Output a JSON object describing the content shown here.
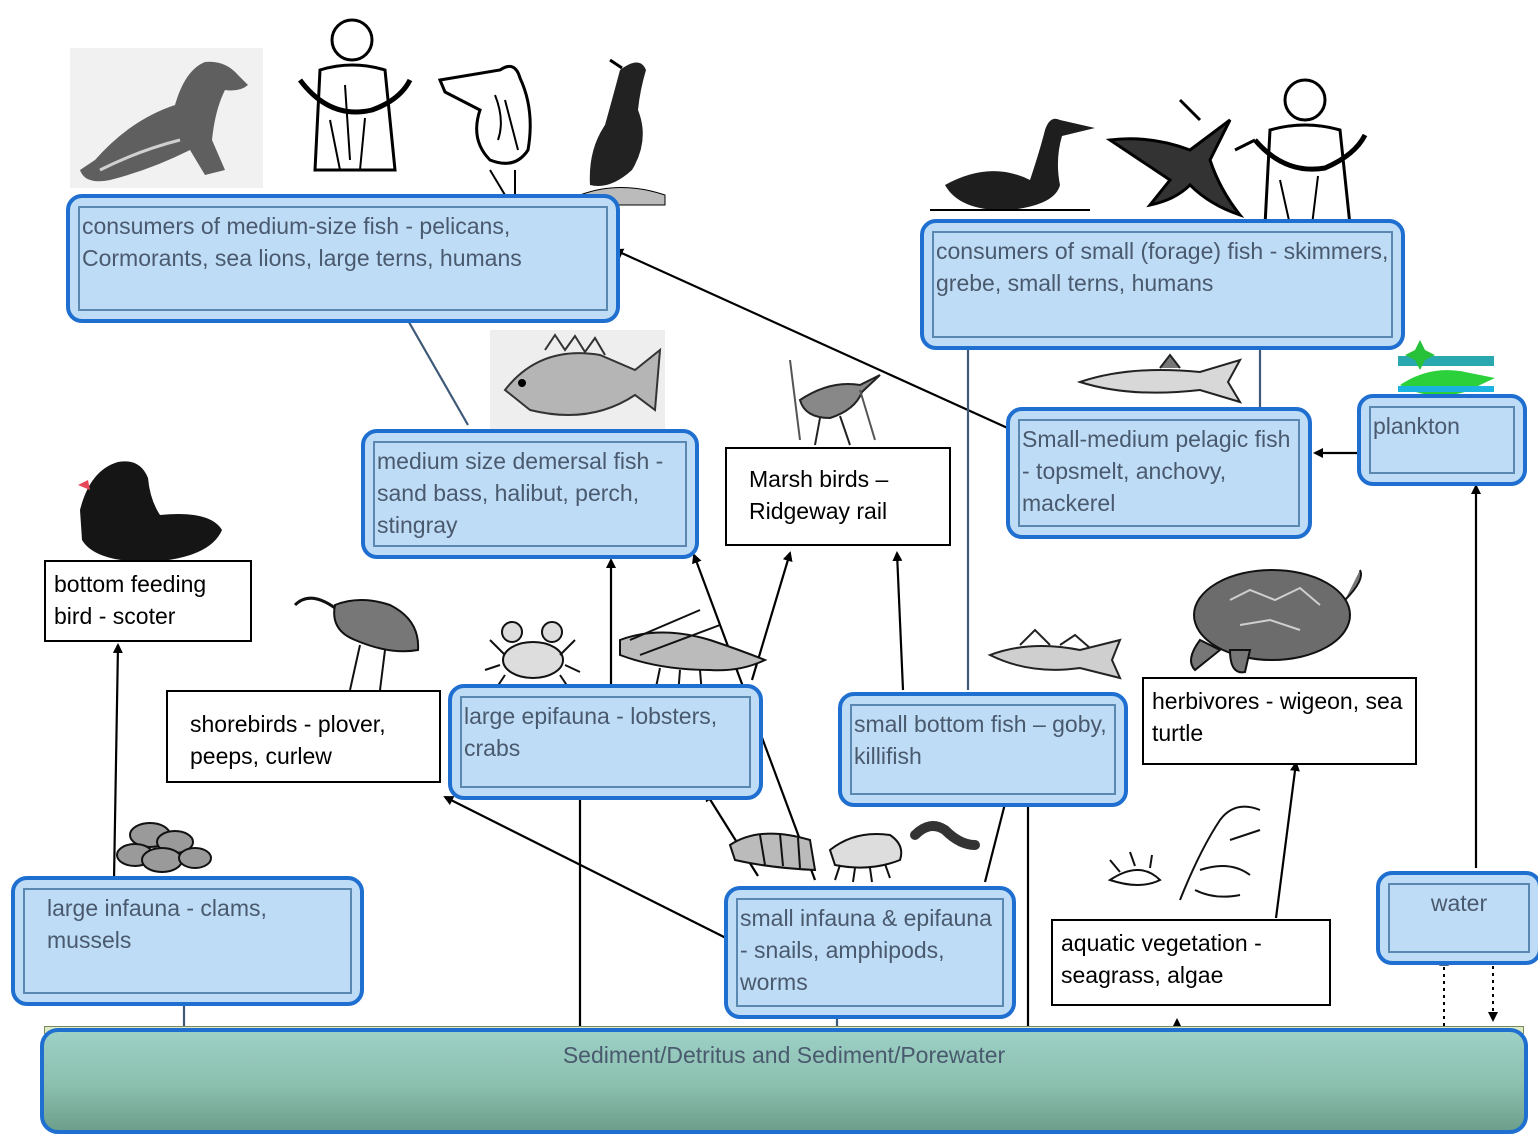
{
  "nodes": {
    "medium_fish_consumers": "consumers of medium-size fish - pelicans, Cormorants, sea lions, large terns, humans",
    "forage_fish_consumers": "consumers of small (forage) fish - skimmers, grebe, small terns, humans",
    "demersal_fish": "medium size demersal fish - sand bass, halibut, perch, stingray",
    "marsh_birds": "Marsh birds – Ridgeway rail",
    "pelagic_fish": "Small-medium pelagic fish - topsmelt, anchovy, mackerel",
    "plankton": "plankton",
    "scoter": "bottom feeding bird - scoter",
    "shorebirds": "shorebirds - plover, peeps, curlew",
    "large_epifauna": "large epifauna - lobsters, crabs",
    "small_bottom_fish": "small bottom fish – goby, killifish",
    "herbivores": "herbivores - wigeon, sea turtle",
    "large_infauna": "large infauna - clams, mussels",
    "small_infauna": "small infauna & epifauna - snails, amphipods, worms",
    "aquatic_vegetation": "aquatic vegetation - seagrass, algae",
    "water": "water",
    "sediment": "Sediment/Detritus and Sediment/Porewater"
  },
  "colors": {
    "highlight_fill": "#bfdcf6",
    "highlight_border": "#1f6fd0",
    "sediment_fill": "#8bbfae"
  },
  "icons": [
    "sea-lion-icon",
    "fisherman-icon",
    "pelican-icon",
    "cormorant-icon",
    "grebe-icon",
    "tern-icon",
    "fisherman-icon",
    "perch-fish-icon",
    "rail-bird-icon",
    "anchovy-icon",
    "plankton-icon",
    "scoter-duck-icon",
    "curlew-icon",
    "crab-icon",
    "lobster-icon",
    "goby-icon",
    "sea-turtle-icon",
    "clams-icon",
    "snail-icon",
    "amphipod-icon",
    "worm-icon",
    "algae-icon"
  ]
}
